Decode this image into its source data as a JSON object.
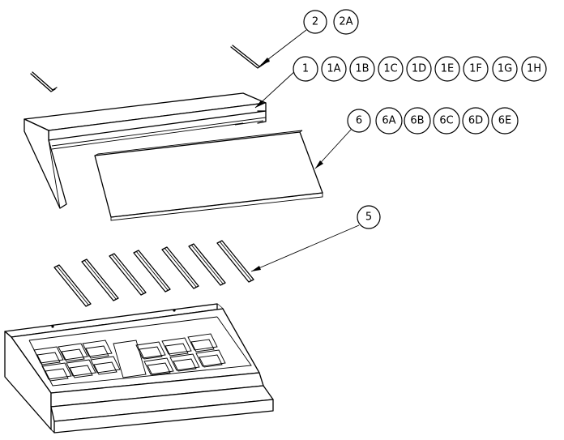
{
  "callouts": {
    "group_2": [
      "2",
      "2A"
    ],
    "group_1": [
      "1",
      "1A",
      "1B",
      "1C",
      "1D",
      "1E",
      "1F",
      "1G",
      "1H"
    ],
    "group_6": [
      "6",
      "6A",
      "6B",
      "6C",
      "6D",
      "6E"
    ],
    "group_5": [
      "5"
    ]
  }
}
